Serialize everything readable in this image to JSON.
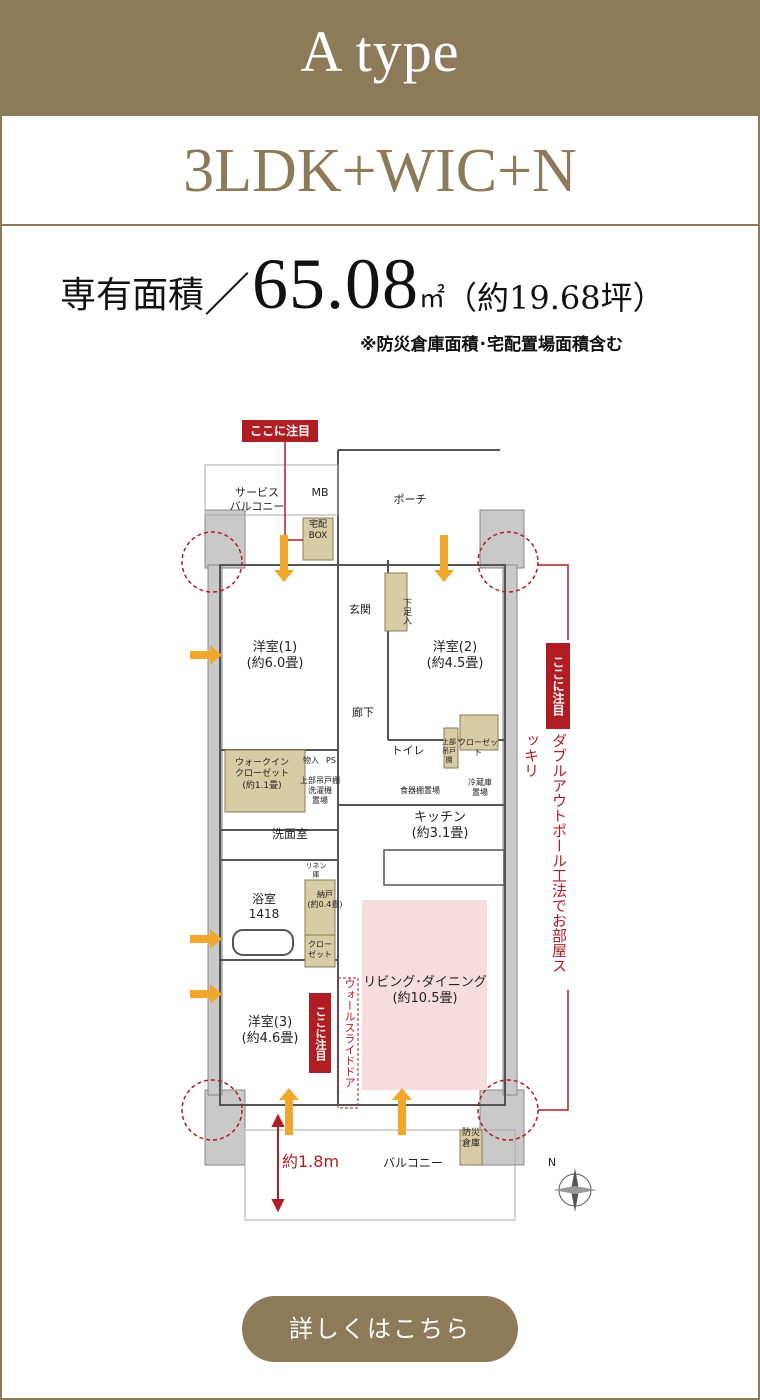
{
  "header": {
    "type_title": "A type"
  },
  "plan_type": {
    "layout": "3LDK+WIC+N"
  },
  "area": {
    "label": "専有面積",
    "slash": "／",
    "value": "65.08",
    "unit": "㎡",
    "tsubo": "（約19.68坪）",
    "note": "※防災倉庫面積･宅配置場面積含む"
  },
  "floorplan": {
    "service_balcony": "サービス\nバルコニー",
    "mb": "MB",
    "porch": "ポーチ",
    "delivery_box": "宅配\nBOX",
    "entrance": "玄関",
    "shoe_storage": "下足入",
    "western1": "洋室(1)\n(約6.0畳)",
    "western2": "洋室(2)\n(約4.5畳)",
    "hallway": "廊下",
    "toilet": "トイレ",
    "closet": "クローゼット",
    "upper_storage": "上部\n吊戸棚",
    "wic": "ウォークイン\nクローゼット\n(約1.1畳)",
    "storage": "物入",
    "ps": "PS",
    "laundry_storage": "上部吊戸棚\n洗濯機\n置場",
    "food_storage": "食器棚置場",
    "fridge": "冷蔵庫\n置場",
    "washroom": "洗面室",
    "kitchen": "キッチン\n(約3.1畳)",
    "linen": "リネン\n庫",
    "bathroom": "浴室\n1418",
    "pantry": "納戸\n(約0.4畳)",
    "closet2": "クロー\nゼット",
    "living": "リビング･ダイニング\n(約10.5畳)",
    "western3": "洋室(3)\n(約4.6畳)",
    "wall_slide_door": "ウォールスライドドア",
    "balcony": "バルコニー",
    "disaster_storage": "防災\n倉庫",
    "depth": "約1.8m",
    "compass": "N"
  },
  "callouts": {
    "top_badge": "ここに注目",
    "right_badge": "ここに注目",
    "right_text": "ダブルアウトポール工法でお部屋スッキリ",
    "door_badge": "ここに注目"
  },
  "colors": {
    "brand": "#8c7a58",
    "accent_red": "#b01d22",
    "storage_fill": "#d8cca4",
    "living_highlight": "#f7dcdd",
    "wall": "#c9c9c9"
  },
  "cta": {
    "label": "詳しくはこちら"
  }
}
